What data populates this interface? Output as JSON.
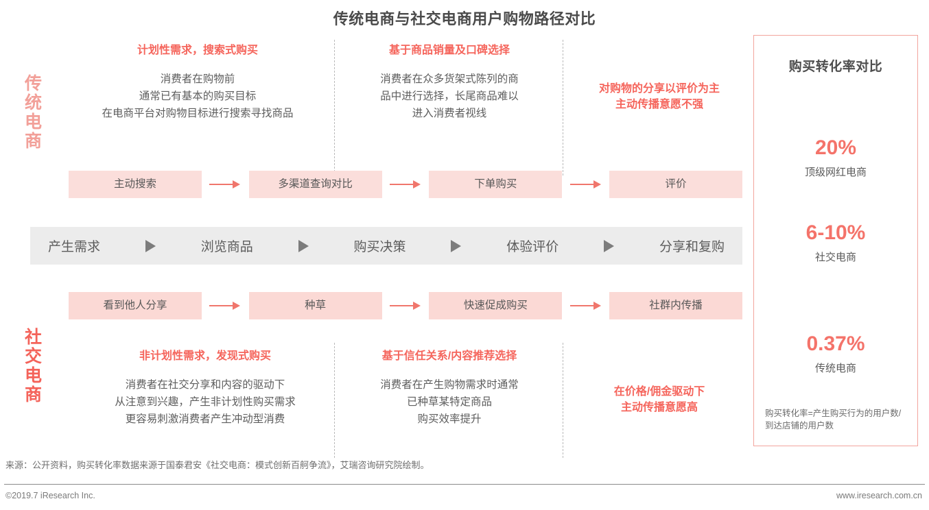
{
  "title": "传统电商与社交电商用户购物路径对比",
  "side_labels": {
    "traditional": [
      "传",
      "统",
      "电",
      "商"
    ],
    "social": [
      "社",
      "交",
      "电",
      "商"
    ]
  },
  "top_columns": [
    {
      "head": "计划性需求，搜索式购买",
      "body": [
        "消费者在购物前",
        "通常已有基本的购买目标",
        "在电商平台对购物目标进行搜索寻找商品"
      ]
    },
    {
      "head": "基于商品销量及口碑选择",
      "body": [
        "消费者在众多货架式陈列的商",
        "品中进行选择，长尾商品难以",
        "进入消费者视线"
      ]
    },
    {
      "head": "对购物的分享以评价为主\n主动传播意愿不强",
      "head_lines": [
        "对购物的分享以评价为主",
        "主动传播意愿不强"
      ],
      "body": []
    }
  ],
  "bottom_columns": [
    {
      "head": "非计划性需求，发现式购买",
      "body": [
        "消费者在社交分享和内容的驱动下",
        "从注意到兴趣，产生非计划性购买需求",
        "更容易刺激消费者产生冲动型消费"
      ]
    },
    {
      "head": "基于信任关系/内容推荐选择",
      "body": [
        "消费者在产生购物需求时通常",
        "已种草某特定商品",
        "购买效率提升"
      ]
    },
    {
      "head_lines": [
        "在价格/佣金驱动下",
        "主动传播意愿高"
      ],
      "body": []
    }
  ],
  "flow_top": [
    "主动搜索",
    "多渠道查询对比",
    "下单购买",
    "评价"
  ],
  "flow_bottom": [
    "看到他人分享",
    "种草",
    "快速促成购买",
    "社群内传播"
  ],
  "journey_steps": [
    "产生需求",
    "浏览商品",
    "购买决策",
    "体验评价",
    "分享和复购"
  ],
  "panel": {
    "title": "购买转化率对比",
    "stats": [
      {
        "value": "20%",
        "label": "顶级网红电商"
      },
      {
        "value": "6-10%",
        "label": "社交电商"
      },
      {
        "value": "0.37%",
        "label": "传统电商"
      }
    ],
    "note": "购买转化率=产生购买行为的用户数/到达店铺的用户数"
  },
  "source": "来源：公开资料，购买转化率数据来源于国泰君安《社交电商：模式创新百舸争流》，艾瑞咨询研究院绘制。",
  "footer": {
    "left": "©2019.7 iResearch Inc.",
    "right": "www.iresearch.com.cn"
  },
  "chart_data": {
    "type": "bar",
    "title": "购买转化率对比",
    "categories": [
      "顶级网红电商",
      "社交电商",
      "传统电商"
    ],
    "value_labels": [
      "20%",
      "6-10%",
      "0.37%"
    ],
    "values": [
      20,
      8,
      0.37
    ],
    "ylabel": "购买转化率",
    "note": "购买转化率=产生购买行为的用户数/到达店铺的用户数"
  },
  "colors": {
    "accent_red": "#f4635a",
    "accent_light": "#f2a099",
    "box_pink": "#fbdedb",
    "gray_bar": "#ececec"
  }
}
